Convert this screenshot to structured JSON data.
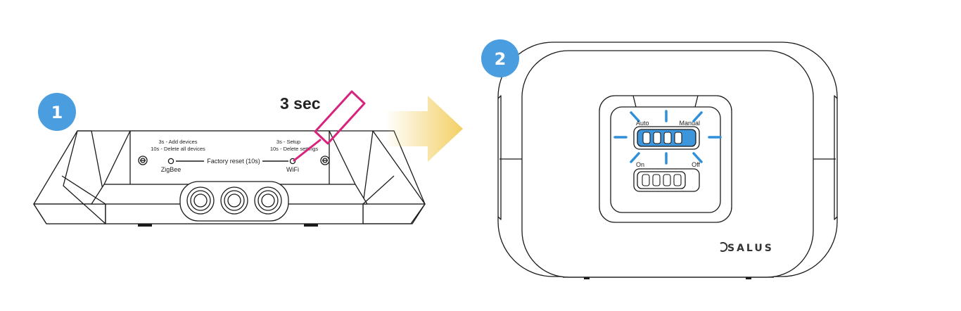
{
  "steps": {
    "step1": {
      "number": "1"
    },
    "step2": {
      "number": "2"
    }
  },
  "gateway": {
    "zigbee_hint_line1": "3s - Add devices",
    "zigbee_hint_line2": "10s - Delete all devices",
    "wifi_hint_line1": "3s - Setup",
    "wifi_hint_line2": "10s - Delete settings",
    "zigbee_label": "ZigBee",
    "wifi_label": "WiFi",
    "factory_reset_label": "Factory reset (10s)",
    "press_duration": "3 sec"
  },
  "receiver": {
    "switch1_left_label": "Auto",
    "switch1_right_label": "Manual",
    "switch2_left_label": "On",
    "switch2_right_label": "Off",
    "brand": "SALUS"
  },
  "colors": {
    "step_badge": "#4a9ee0",
    "pin_tool": "#d8237e",
    "arrow": "#f3cf63",
    "led_glow": "#2f8fd8",
    "outline": "#1a1a1a"
  },
  "icons": {
    "arrow": "right-arrow-icon",
    "pin": "reset-pin-icon",
    "logo": "salus-logo-icon"
  }
}
